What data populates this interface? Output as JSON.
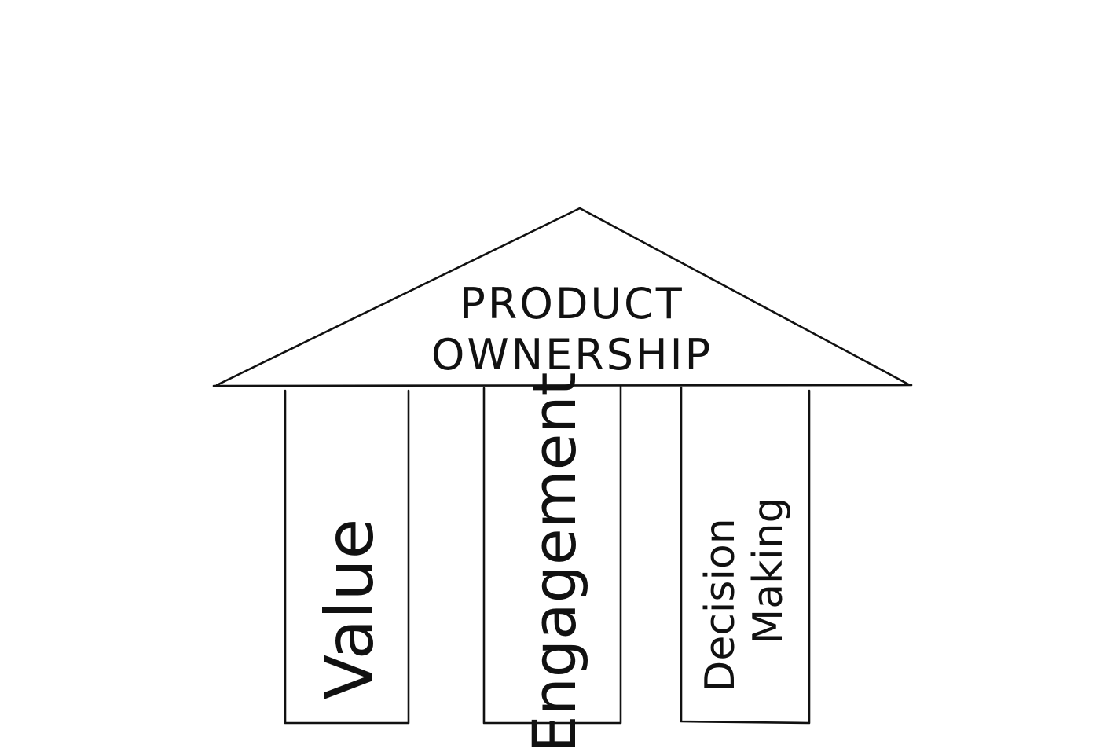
{
  "roof": {
    "line1": "PRODUCT",
    "line2": "OWNERSHIP"
  },
  "pillars": [
    {
      "label": "Value"
    },
    {
      "label": "Engagement"
    },
    {
      "label_line1": "Decision",
      "label_line2": "Making"
    }
  ]
}
